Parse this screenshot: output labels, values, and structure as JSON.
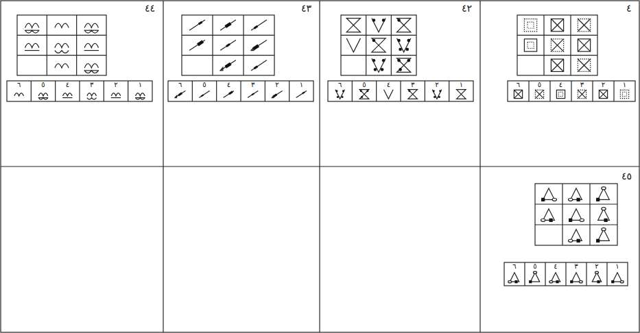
{
  "diagram": {
    "labels": [
      "٤٤",
      "١",
      "٢",
      "٣",
      "٤",
      "٥",
      "٦",
      "٤٣",
      "١",
      "٢",
      "٣",
      "٤",
      "٥",
      "٦",
      "٤٢",
      "١",
      "٢",
      "٣",
      "٤",
      "٥",
      "٦",
      "٤",
      "١",
      "٢",
      "٣",
      "٤",
      "٥",
      "٦",
      "٤٥",
      "١",
      "٢",
      "٣",
      "٤",
      "٥",
      "٦"
    ]
  }
}
